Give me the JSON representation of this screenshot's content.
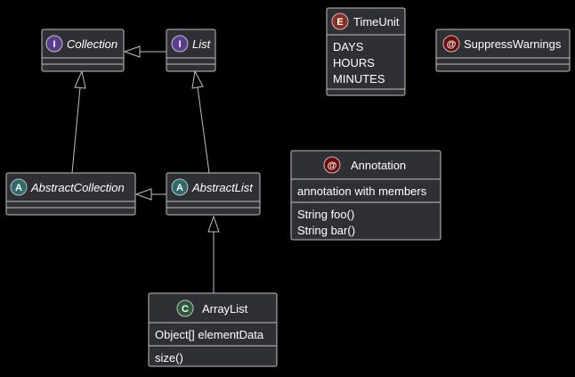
{
  "colors": {
    "background": "#000000",
    "box_fill": "#2f3035",
    "box_stroke": "#c0c0c0",
    "edge": "#c0c0c0",
    "interface_badge": "#5a3e8f",
    "abstract_badge": "#2f6b6b",
    "class_badge": "#2f5a3a",
    "enum_badge": "#8b2e21",
    "annotation_badge": "#6e0a0a"
  },
  "nodes": {
    "collection": {
      "badge": "I",
      "icon": "interface-icon",
      "name": "Collection",
      "fields": [],
      "methods": []
    },
    "list": {
      "badge": "I",
      "icon": "interface-icon",
      "name": "List",
      "fields": [],
      "methods": []
    },
    "abstract_collection": {
      "badge": "A",
      "icon": "abstract-class-icon",
      "name": "AbstractCollection",
      "fields": [],
      "methods": []
    },
    "abstract_list": {
      "badge": "A",
      "icon": "abstract-class-icon",
      "name": "AbstractList",
      "fields": [],
      "methods": []
    },
    "array_list": {
      "badge": "C",
      "icon": "class-icon",
      "name": "ArrayList",
      "fields": [
        "Object[] elementData"
      ],
      "methods": [
        "size()"
      ]
    },
    "time_unit": {
      "badge": "E",
      "icon": "enum-icon",
      "name": "TimeUnit",
      "fields": [
        "DAYS",
        "HOURS",
        "MINUTES"
      ],
      "methods": []
    },
    "suppress_warnings": {
      "badge": "@",
      "icon": "annotation-icon",
      "name": "SuppressWarnings",
      "fields": [],
      "methods": []
    },
    "annotation": {
      "badge": "@",
      "icon": "annotation-icon",
      "name": "Annotation",
      "fields": [
        "annotation with members"
      ],
      "methods": [
        "String foo()",
        "String bar()"
      ]
    }
  },
  "edges": [
    {
      "from": "list",
      "to": "collection",
      "kind": "generalization"
    },
    {
      "from": "abstract_collection",
      "to": "collection",
      "kind": "generalization"
    },
    {
      "from": "abstract_list",
      "to": "list",
      "kind": "generalization"
    },
    {
      "from": "abstract_list",
      "to": "abstract_collection",
      "kind": "generalization"
    },
    {
      "from": "array_list",
      "to": "abstract_list",
      "kind": "generalization"
    }
  ]
}
